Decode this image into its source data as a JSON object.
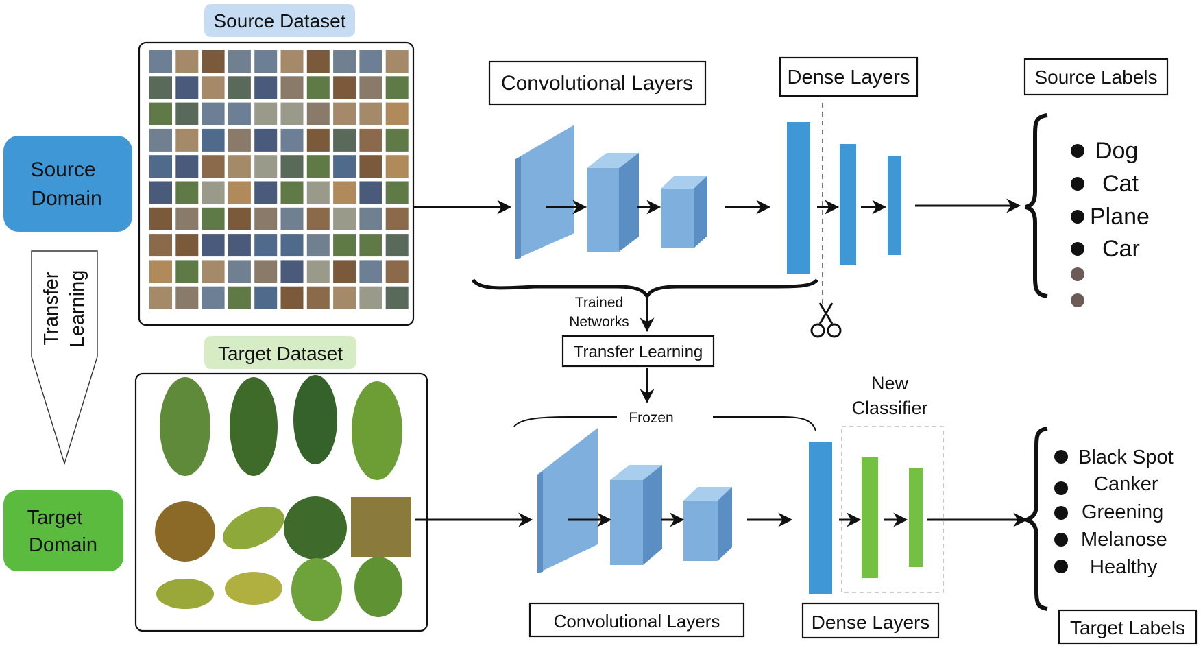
{
  "source_dataset": "Source Dataset",
  "target_dataset": "Target Dataset",
  "source_domain": [
    "Source",
    "Domain"
  ],
  "target_domain": [
    "Target",
    "Domain"
  ],
  "transfer_side": [
    "Transfer",
    "Learning"
  ],
  "conv_top": "Convolutional Layers",
  "dense_top": "Dense Layers",
  "source_labels_title": "Source Labels",
  "source_labels": [
    "Dog",
    "Cat",
    "Plane",
    "Car"
  ],
  "trained_networks": [
    "Trained",
    "Networks"
  ],
  "transfer_learning": "Transfer Learning",
  "frozen": "Frozen",
  "new_classifier": [
    "New",
    "Classifier"
  ],
  "conv_bottom": "Convolutional Layers",
  "dense_bottom": "Dense Layers",
  "target_labels": [
    "Black Spot",
    "Canker",
    "Greening",
    "Melanose",
    "Healthy"
  ],
  "target_labels_title": "Target Labels",
  "colors": {
    "source_domain": "#3f97d6",
    "target_domain": "#5bbb3f",
    "source_dataset_bg": "#c5dcf2",
    "target_dataset_bg": "#d6ecc5",
    "conv_front": "#7fb0dd",
    "conv_side": "#5b8fc4",
    "dense_blue": "#3f97d6",
    "dense_green": "#74c043"
  }
}
